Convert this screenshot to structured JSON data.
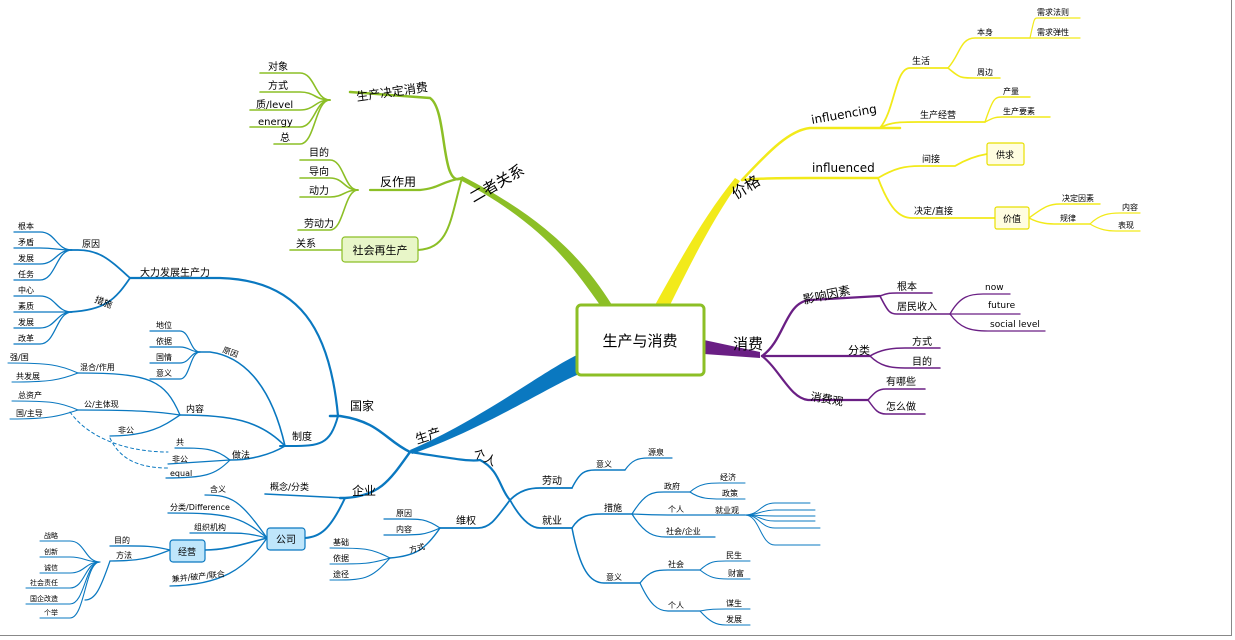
{
  "colors": {
    "green": "#8cbf26",
    "yellow": "#f2ea1a",
    "purple": "#6a1f84",
    "blue": "#0a78c0"
  },
  "root": "生产与消费",
  "rel": {
    "label": "二者关系",
    "decide": {
      "label": "生产决定消费",
      "items": [
        "对象",
        "方式",
        "质/level",
        "energy",
        "总"
      ]
    },
    "react": {
      "label": "反作用",
      "items": [
        "目的",
        "导向",
        "动力",
        "劳动力"
      ]
    },
    "rel": {
      "label": "关系",
      "box": "社会再生产"
    }
  },
  "price": {
    "label": "价格",
    "influencing": {
      "label": "influencing",
      "life": {
        "label": "生活",
        "self": {
          "label": "本身",
          "items": [
            "需求法则",
            "需求弹性"
          ]
        },
        "around": "周边"
      },
      "biz": {
        "label": "生产经营",
        "items": [
          "产量",
          "生产要素"
        ]
      }
    },
    "influenced": {
      "label": "influenced",
      "indirect": {
        "label": "间接",
        "box": "供求"
      },
      "direct": {
        "label": "决定/直接",
        "box": "价值",
        "factor": "决定因素",
        "law": {
          "label": "规律",
          "items": [
            "内容",
            "表现"
          ]
        }
      }
    }
  },
  "consume": {
    "label": "消费",
    "factors": {
      "label": "影响因素",
      "root": "根本",
      "income": {
        "label": "居民收入",
        "items": [
          "now",
          "future",
          "social level"
        ]
      }
    },
    "types": {
      "label": "分类",
      "items": [
        "方式",
        "目的"
      ]
    },
    "view": {
      "label": "消费观",
      "items": [
        "有哪些",
        "怎么做"
      ]
    }
  },
  "produce": {
    "label": "生产",
    "nation": {
      "label": "国家",
      "develop": {
        "label": "大力发展生产力",
        "reason": {
          "label": "原因",
          "items": [
            "根本",
            "矛盾",
            "发展",
            "任务"
          ]
        },
        "measure": {
          "label": "措施",
          "items": [
            "中心",
            "素质",
            "发展",
            "改革"
          ]
        }
      },
      "system": {
        "label": "制度",
        "reason": {
          "label": "原因",
          "items": [
            "地位",
            "依据",
            "国情",
            "意义"
          ]
        },
        "content": {
          "label": "内容",
          "mix": {
            "label": "混合/作用",
            "items": [
              "强/国",
              "共发展"
            ]
          },
          "public": {
            "label": "公/主体现",
            "items": [
              "总资产",
              "国/主导"
            ]
          },
          "nonpublic": "非公"
        },
        "method": {
          "label": "做法",
          "items": [
            "共",
            "非公",
            "equal"
          ]
        }
      }
    },
    "enterprise": {
      "label": "企业",
      "concept": "概念/分类",
      "company": {
        "box": "公司",
        "items": [
          "含义",
          "分类/Difference",
          "组织机构",
          "兼并/破产/联合"
        ]
      },
      "operate": {
        "box": "经营",
        "goal": "目的",
        "method": {
          "label": "方法",
          "items": [
            "战略",
            "创新",
            "诚信",
            "社会责任",
            "国企改造",
            "个举"
          ]
        }
      }
    },
    "person": {
      "label": "个人",
      "labor": {
        "label": "劳动",
        "meaning": {
          "label": "意义",
          "src": "源泉"
        }
      },
      "employ": {
        "label": "就业",
        "measure": {
          "label": "措施",
          "gov": {
            "label": "政府",
            "items": [
              "经济",
              "政策"
            ]
          },
          "ind": {
            "label": "个人",
            "view": "就业观"
          },
          "soc": "社会/企业"
        },
        "meaning": {
          "label": "意义",
          "soc": {
            "label": "社会",
            "items": [
              "民生",
              "财富"
            ]
          },
          "ind": {
            "label": "个人",
            "items": [
              "谋生",
              "发展"
            ]
          }
        }
      },
      "rights": {
        "label": "维权",
        "items": [
          "原因",
          "内容"
        ],
        "way": {
          "label": "方式",
          "items": [
            "基础",
            "依据",
            "途径"
          ]
        }
      }
    }
  }
}
